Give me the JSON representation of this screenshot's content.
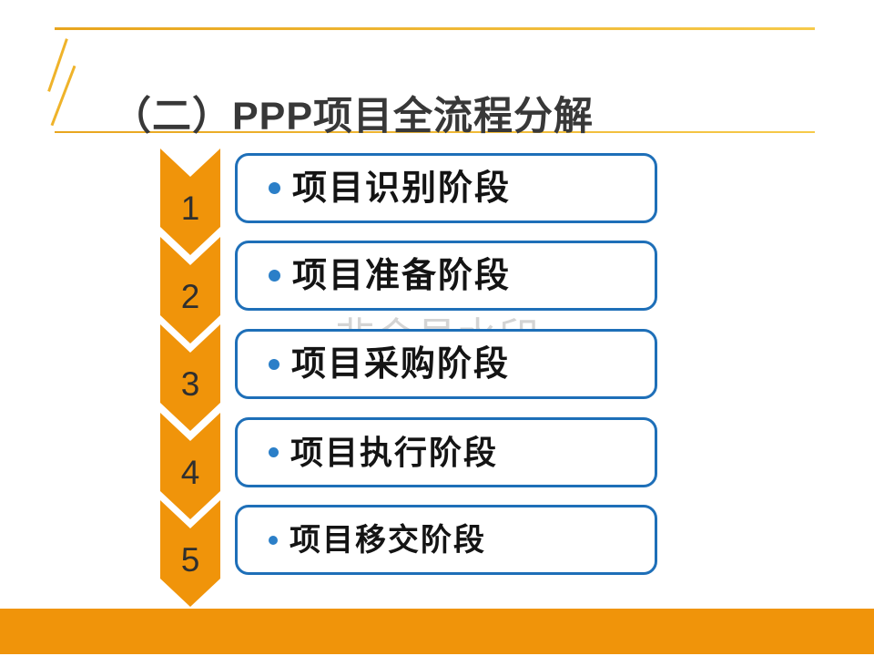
{
  "slide": {
    "title": "（二）PPP项目全流程分解",
    "watermark": "非会员水印",
    "steps": [
      {
        "number": "1",
        "label": "项目识别阶段"
      },
      {
        "number": "2",
        "label": "项目准备阶段"
      },
      {
        "number": "3",
        "label": "项目采购阶段"
      },
      {
        "number": "4",
        "label": "项目执行阶段"
      },
      {
        "number": "5",
        "label": "项目移交阶段"
      }
    ],
    "colors": {
      "chevron_orange": "#F0940A",
      "footer_orange": "#F0940A",
      "gold_rule": "#EFB32A",
      "box_border_blue": "#1E6FB8",
      "bullet_blue": "#2B7FC8",
      "title_text": "#383838",
      "step_text": "#141414",
      "watermark_gray": "#D4D4D4"
    }
  }
}
